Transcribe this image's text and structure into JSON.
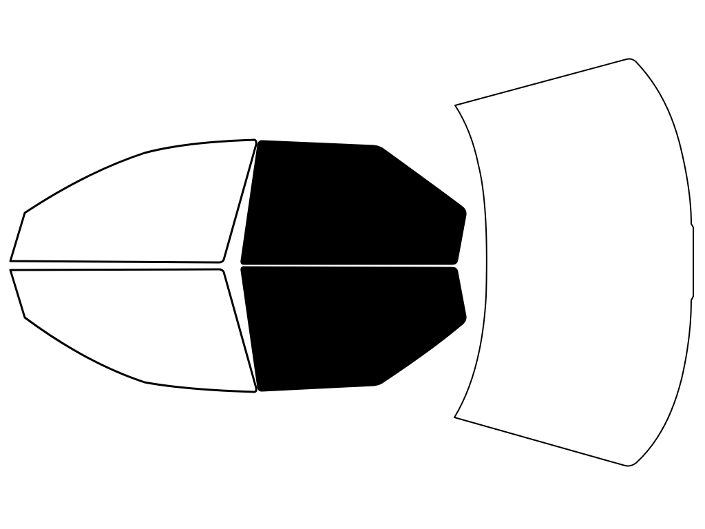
{
  "colors": {
    "background": "#ffffff",
    "outline": "#000000",
    "untinted": "#ffffff",
    "tinted": "#000000"
  },
  "pieces": [
    {
      "name": "rear-door-window-upper",
      "tinted": false
    },
    {
      "name": "rear-door-window-lower",
      "tinted": false
    },
    {
      "name": "front-door-window-upper",
      "tinted": true
    },
    {
      "name": "front-door-window-lower",
      "tinted": true
    },
    {
      "name": "windshield",
      "tinted": false
    }
  ]
}
